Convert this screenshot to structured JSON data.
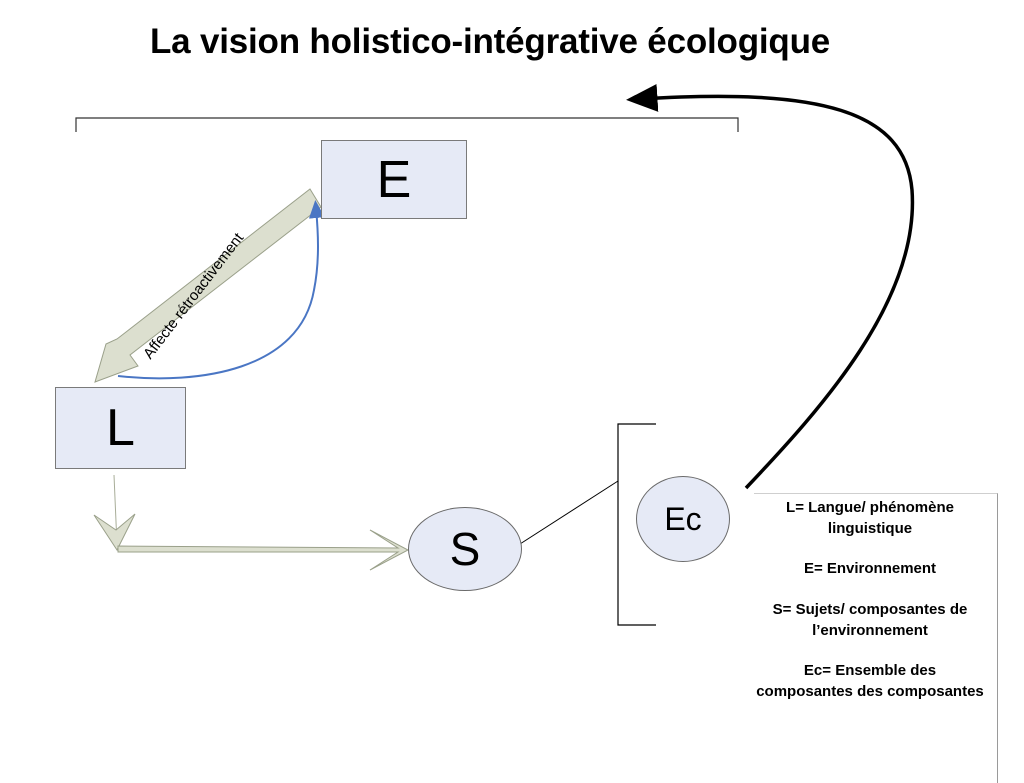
{
  "title": "La vision holistico-intégrative écologique",
  "nodes": {
    "e": "E",
    "l": "L",
    "s": "S",
    "ec": "Ec"
  },
  "arrow_label": "Affecte rétroactivement",
  "legend": {
    "l_def": "L= Langue/ phénomène linguistique",
    "e_def": "E= Environnement",
    "s_def": "S= Sujets/ composantes de l’environnement",
    "ec_def": "Ec= Ensemble des composantes  des composantes"
  },
  "colors": {
    "node_fill": "#e6eaf6",
    "block_arrow_fill": "#dcdfcf",
    "curve_arrow": "#4a76c4"
  }
}
